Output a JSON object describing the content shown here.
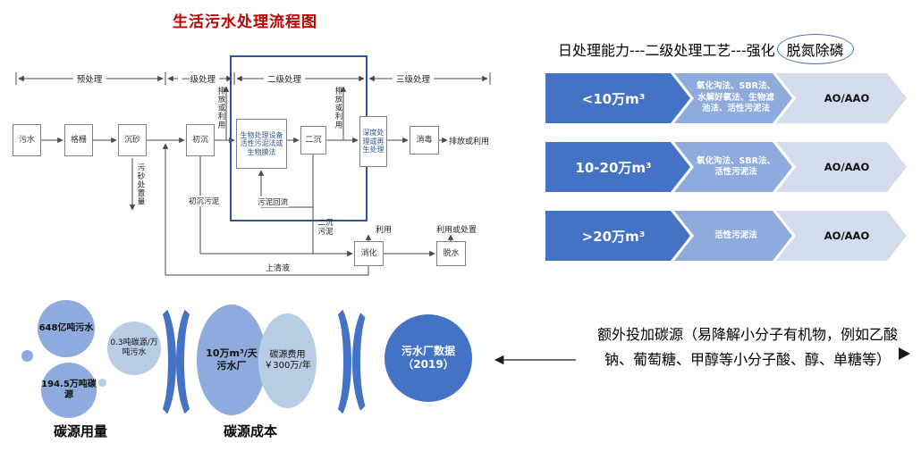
{
  "title": "生活污水处理流程图",
  "flow": {
    "stages": [
      "预处理",
      "一级处理",
      "二级处理",
      "三级处理"
    ],
    "boxes": {
      "sewage": "污水",
      "screen": "格栅",
      "grit": "沉砂",
      "primary": "初沉",
      "bio": "生物处理设备活性污泥法或生物膜法",
      "secondary": "二沉",
      "advanced": "深度处理或再生处理",
      "disinfect": "消毒",
      "digest": "消化",
      "dewater": "脱水"
    },
    "labels": {
      "discharge_main": "排放或利用",
      "discharge_up1": "排放或利用",
      "discharge_up2": "排放或利用",
      "grit_disposal": "污砂处置量",
      "primary_sludge": "初沉污泥",
      "sludge_return": "污泥回流",
      "secondary_sludge": "二沉污泥",
      "use": "利用",
      "use_or_dispose": "利用或处置",
      "supernatant": "上清液"
    }
  },
  "process_panel": {
    "header_prefix": "日处理能力---二级处理工艺---强化",
    "header_circled": "脱氮除磷",
    "rows": [
      {
        "capacity": "<10万m³",
        "process": "氧化沟法、SBR法、水解好氧法、生物滤池法、活性污泥法",
        "tech": "AO/AAO"
      },
      {
        "capacity": "10-20万m³",
        "process": "氧化沟法、SBR法、活性污泥法",
        "tech": "AO/AAO"
      },
      {
        "capacity": ">20万m³",
        "process": "活性污泥法",
        "tech": "AO/AAO"
      }
    ]
  },
  "carbon": {
    "bubble_sewage": "648亿吨污水",
    "bubble_ratio": "0.3吨碳源/万吨污水",
    "bubble_total": "194.5万吨碳源",
    "bubble_plant": "10万m³/天污水厂",
    "bubble_cost": "碳源费用￥300万/年",
    "bubble_data": "污水厂数据（2019）",
    "label_usage": "碳源用量",
    "label_cost": "碳源成本",
    "note": "额外投加碳源（易降解小分子有机物，例如乙酸钠、葡萄糖、甲醇等小分子酸、醇、单糖等）"
  },
  "colors": {
    "accent_dark": "#4472C4",
    "accent_mid": "#8FAADC",
    "accent_light": "#B8CCE4",
    "accent_pale": "#D3DCEC",
    "highlight_box": "#2E4FA3",
    "title_red": "#C00000"
  }
}
